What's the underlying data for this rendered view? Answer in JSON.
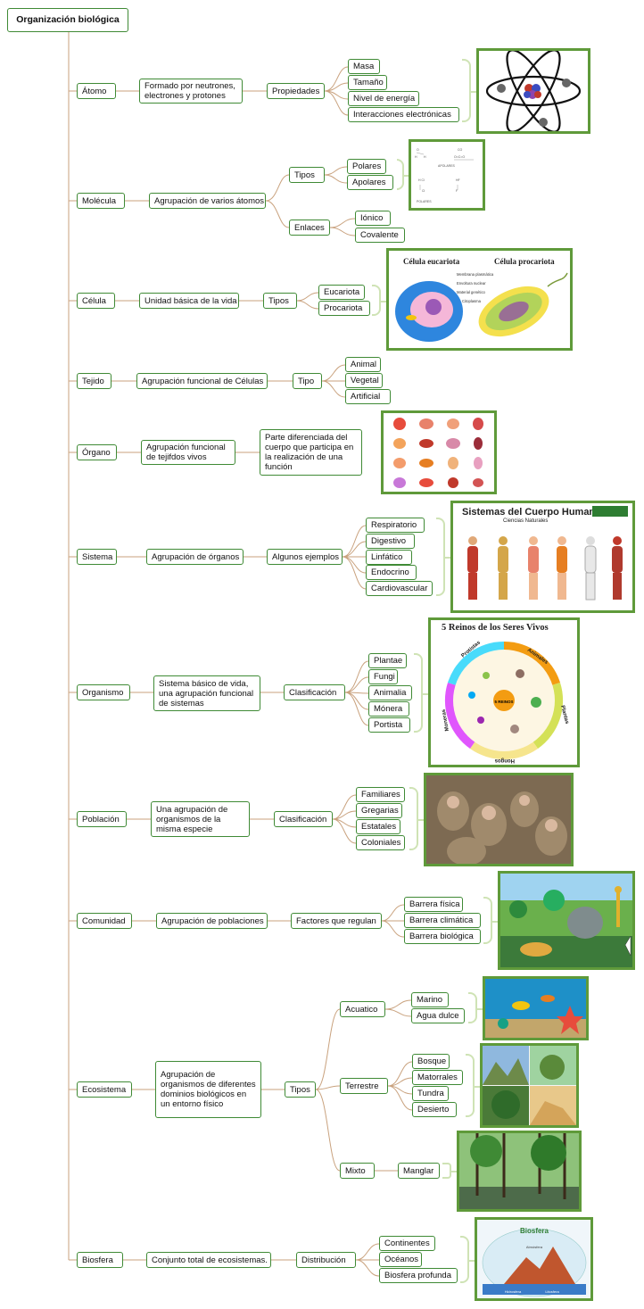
{
  "root": "Organización biológica",
  "levels": [
    {
      "name": "Átomo",
      "desc": "Formado por neutrones, electrones y protones",
      "branch": "Propiedades",
      "leaves": [
        "Masa",
        "Tamaño",
        "Nivel de energía",
        "Interacciones electrónicas"
      ]
    },
    {
      "name": "Molécula",
      "desc": "Agrupación de varios átomos",
      "groups": [
        {
          "label": "Tipos",
          "leaves": [
            "Polares",
            "Apolares"
          ]
        },
        {
          "label": "Enlaces",
          "leaves": [
            "Iónico",
            "Covalente"
          ]
        }
      ],
      "image_text": [
        "APOLARES",
        "POLARES"
      ]
    },
    {
      "name": "Célula",
      "desc": "Unidad básica de la vida",
      "branch": "Tipos",
      "leaves": [
        "Eucariota",
        "Procariota"
      ],
      "image_text": [
        "Célula eucariota",
        "Célula procariota",
        "Membrana plasmática",
        "Envoltura nuclear",
        "Material genético",
        "Citoplasma"
      ]
    },
    {
      "name": "Tejido",
      "desc": "Agrupación funcional de Células",
      "branch": "Tipo",
      "leaves": [
        "Animal",
        "Vegetal",
        "Artificial"
      ]
    },
    {
      "name": "Órgano",
      "desc": "Agrupación funcional de tejifdos vivos",
      "desc2": "Parte diferenciada del cuerpo que participa en la realización de una función"
    },
    {
      "name": "Sistema",
      "desc": "Agrupación de órganos",
      "branch": "Algunos ejemplos",
      "leaves": [
        "Respiratorio",
        "Digestivo",
        "Linfático",
        "Endocrino",
        "Cardiovascular"
      ],
      "image_text": [
        "Sistemas del Cuerpo Humano",
        "Ciencias Naturales"
      ]
    },
    {
      "name": "Organismo",
      "desc": "Sistema básico de vida, una agrupación funcional de sistemas",
      "branch": "Clasificación",
      "leaves": [
        "Plantae",
        "Fungi",
        "Animalia",
        "Mónera",
        "Portista"
      ],
      "image_text": [
        "5 Reinos de los Seres Vivos",
        "Protistas",
        "Animales",
        "Plantas",
        "Hongos",
        "Moneras",
        "5 REINOS"
      ]
    },
    {
      "name": "Población",
      "desc": "Una agrupación de organismos de la misma especie",
      "branch": "Clasificación",
      "leaves": [
        "Familiares",
        "Gregarias",
        "Estatales",
        "Coloniales"
      ]
    },
    {
      "name": "Comunidad",
      "desc": "Agrupación de poblaciones",
      "branch": "Factores que regulan",
      "leaves": [
        "Barrera física",
        "Barrera climática",
        "Barrera biológica"
      ]
    },
    {
      "name": "Ecosistema",
      "desc": "Agrupación de organismos de diferentes dominios biológicos en un entorno físico",
      "branch": "Tipos",
      "groups": [
        {
          "label": "Acuatico",
          "leaves": [
            "Marino",
            "Agua dulce"
          ]
        },
        {
          "label": "Terrestre",
          "leaves": [
            "Bosque",
            "Matorrales",
            "Tundra",
            "Desierto"
          ]
        },
        {
          "label": "Mixto",
          "leaves": [
            "Manglar"
          ]
        }
      ]
    },
    {
      "name": "Biosfera",
      "desc": "Conjunto total de ecosistemas.",
      "branch": "Distribución",
      "leaves": [
        "Continentes",
        "Océanos",
        "Biosfera profunda"
      ],
      "image_text": [
        "Biosfera",
        "Atmósfera",
        "Hidrosfera",
        "Litosfera"
      ]
    }
  ],
  "colors": {
    "border": "#3f8a35",
    "connector": "#c9a27e",
    "bracket": "#cfe3b5",
    "frame": "#5f9a3a"
  }
}
